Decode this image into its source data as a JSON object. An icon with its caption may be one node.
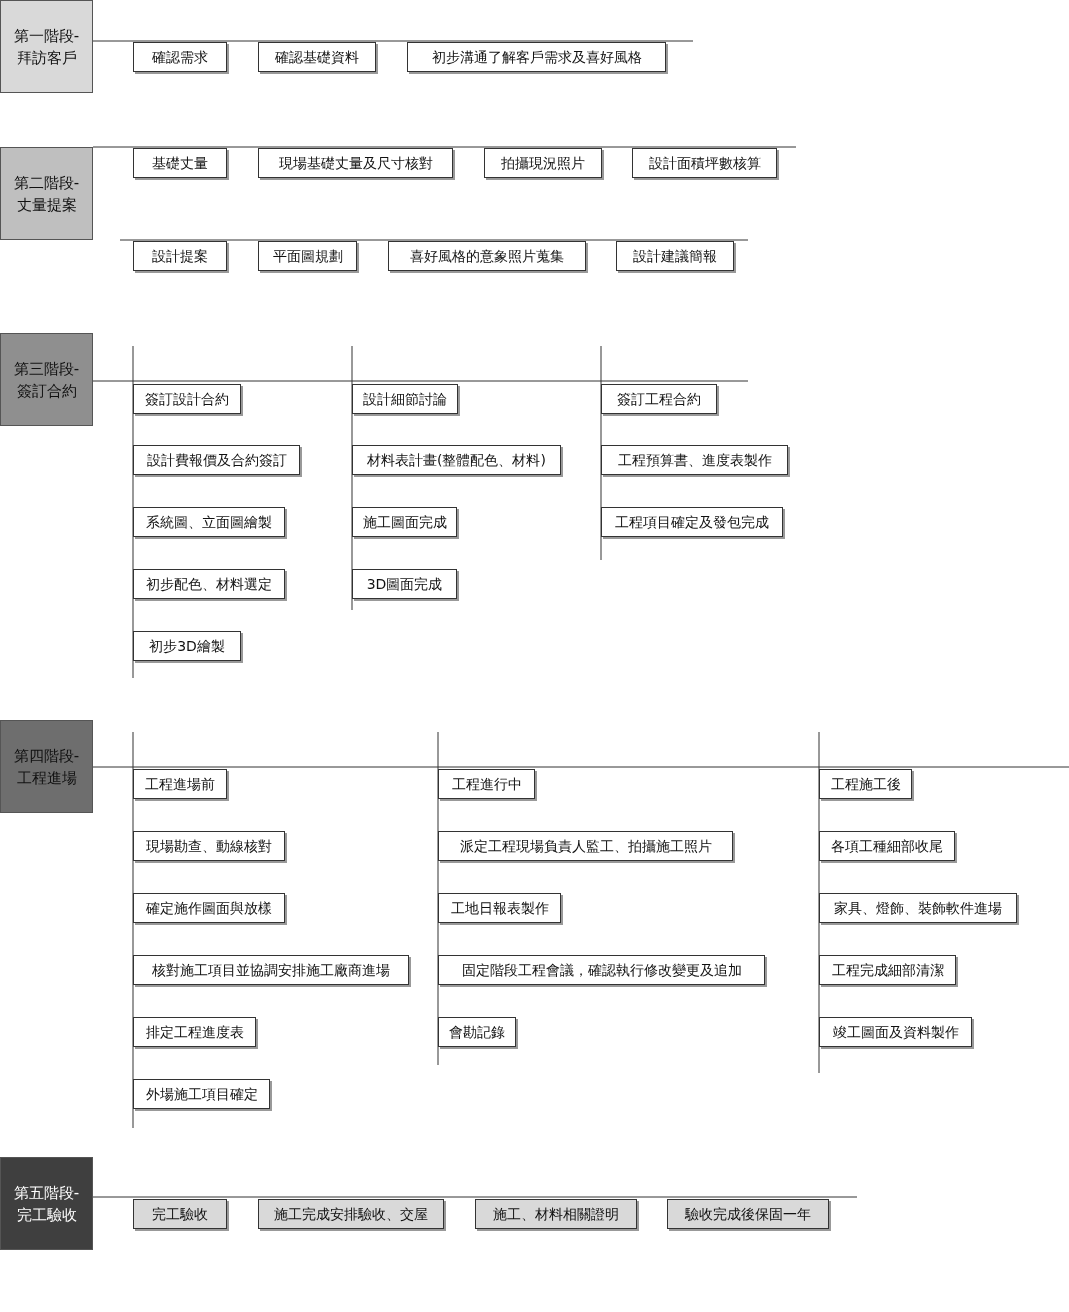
{
  "diagram": {
    "nodes": [
      {
        "text": [
          "第一階段-拜訪客戶"
        ]
      },
      {
        "text": [
          "確認需求"
        ]
      },
      {
        "text": [
          "確認基礎資料"
        ]
      },
      {
        "text": [
          "初步溝通了解客戶需求及喜好風格"
        ]
      },
      {
        "text": [
          "第二階段-丈量提案"
        ]
      },
      {
        "text": [
          "基礎丈量"
        ]
      },
      {
        "text": [
          "現場基礎丈量及尺寸核對"
        ]
      },
      {
        "text": [
          "拍攝現況照片"
        ]
      },
      {
        "text": [
          "設計面積坪數核算"
        ]
      },
      {
        "text": [
          "設計提案"
        ]
      },
      {
        "text": [
          "平面圖規劃"
        ]
      },
      {
        "text": [
          "喜好風格的意象照片蒐集"
        ]
      },
      {
        "text": [
          "設計建議簡報"
        ]
      },
      {
        "text": [
          "第三階段-簽訂合約"
        ]
      },
      {
        "text": [
          "簽訂設計合約"
        ]
      },
      {
        "text": [
          "設計費報價及合約簽訂"
        ]
      },
      {
        "text": [
          "系統圖、立面圖繪製"
        ]
      },
      {
        "text": [
          "初步配色、材料選定"
        ]
      },
      {
        "text": [
          "初步3D繪製"
        ]
      },
      {
        "text": [
          "設計細節討論"
        ]
      },
      {
        "text": [
          "材料表計畫(整體配色、材料)"
        ]
      },
      {
        "text": [
          "施工圖面完成"
        ]
      },
      {
        "text": [
          "3D圖面完成"
        ]
      },
      {
        "text": [
          "簽訂工程合約"
        ]
      },
      {
        "text": [
          "工程預算書、進度表製作"
        ]
      },
      {
        "text": [
          "工程項目確定及發包完成"
        ]
      },
      {
        "text": [
          "第四階段-工程進場"
        ]
      },
      {
        "text": [
          "工程進場前"
        ]
      },
      {
        "text": [
          "現場勘查、動線核對"
        ]
      },
      {
        "text": [
          "確定施作圖面與放樣"
        ]
      },
      {
        "text": [
          "核對施工項目並協調安排施工廠商進場"
        ]
      },
      {
        "text": [
          "排定工程進度表"
        ]
      },
      {
        "text": [
          "外場施工項目確定"
        ]
      },
      {
        "text": [
          "工程進行中"
        ]
      },
      {
        "text": [
          "派定工程現場負責人監工、拍攝施工照片"
        ]
      },
      {
        "text": [
          "工地日報表製作"
        ]
      },
      {
        "text": [
          "固定階段工程會議，確認執行修改變更及追加"
        ]
      },
      {
        "text": [
          "會勘記錄"
        ]
      },
      {
        "text": [
          "工程施工後"
        ]
      },
      {
        "text": [
          "各項工種細部收尾"
        ]
      },
      {
        "text": [
          "家具、燈飾、裝飾軟件進場"
        ]
      },
      {
        "text": [
          "工程完成細部清潔"
        ]
      },
      {
        "text": [
          "竣工圖面及資料製作"
        ]
      },
      {
        "text": [
          "第五階段-完工驗收"
        ]
      },
      {
        "text": [
          "完工驗收"
        ]
      },
      {
        "text": [
          "施工完成安排驗收、交屋"
        ]
      },
      {
        "text": [
          "施工、材料相關證明"
        ]
      },
      {
        "text": [
          "驗收完成後保固一年"
        ]
      }
    ]
  }
}
